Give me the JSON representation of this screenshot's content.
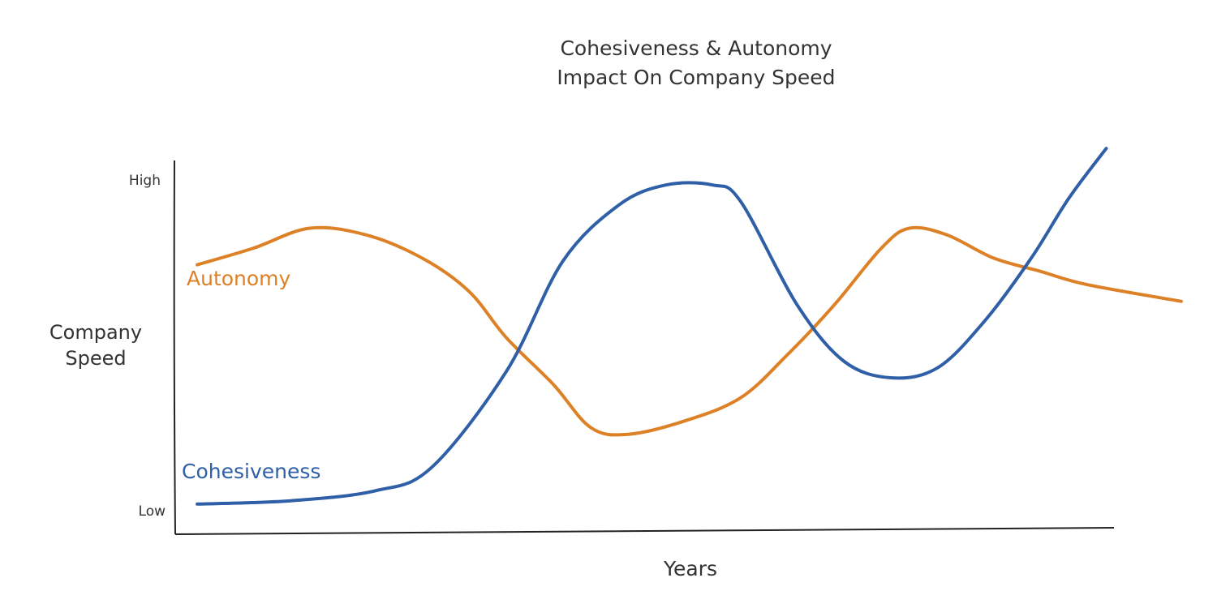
{
  "chart_data": {
    "type": "line",
    "title": "Cohesiveness & Autonomy",
    "subtitle": "Impact On Company Speed",
    "xlabel": "Years",
    "ylabel": [
      "Company",
      "Speed"
    ],
    "y_tick_labels": {
      "high": "High",
      "low": "Low"
    },
    "ylim": [
      0,
      1
    ],
    "xlim": [
      0,
      1
    ],
    "grid": false,
    "legend": "inline labels",
    "colors": {
      "Cohesiveness": "#2f5fa7",
      "Autonomy": "#dd8127",
      "axis": "#222222",
      "text": "#333333"
    },
    "series": [
      {
        "name": "Cohesiveness",
        "x": [
          0.02,
          0.12,
          0.21,
          0.27,
          0.35,
          0.41,
          0.47,
          0.52,
          0.57,
          0.6,
          0.66,
          0.71,
          0.76,
          0.81,
          0.86,
          0.91,
          0.95,
          0.99
        ],
        "y": [
          0.02,
          0.03,
          0.06,
          0.13,
          0.42,
          0.75,
          0.92,
          0.98,
          0.98,
          0.93,
          0.62,
          0.45,
          0.4,
          0.43,
          0.57,
          0.76,
          0.94,
          1.09
        ]
      },
      {
        "name": "Autonomy",
        "x": [
          0.02,
          0.08,
          0.14,
          0.2,
          0.26,
          0.31,
          0.35,
          0.4,
          0.44,
          0.48,
          0.54,
          0.6,
          0.65,
          0.7,
          0.75,
          0.78,
          0.82,
          0.87,
          0.92,
          0.97,
          1.07
        ],
        "y": [
          0.74,
          0.79,
          0.85,
          0.83,
          0.76,
          0.66,
          0.52,
          0.38,
          0.25,
          0.23,
          0.27,
          0.34,
          0.47,
          0.62,
          0.79,
          0.85,
          0.83,
          0.76,
          0.72,
          0.68,
          0.63
        ]
      }
    ]
  }
}
